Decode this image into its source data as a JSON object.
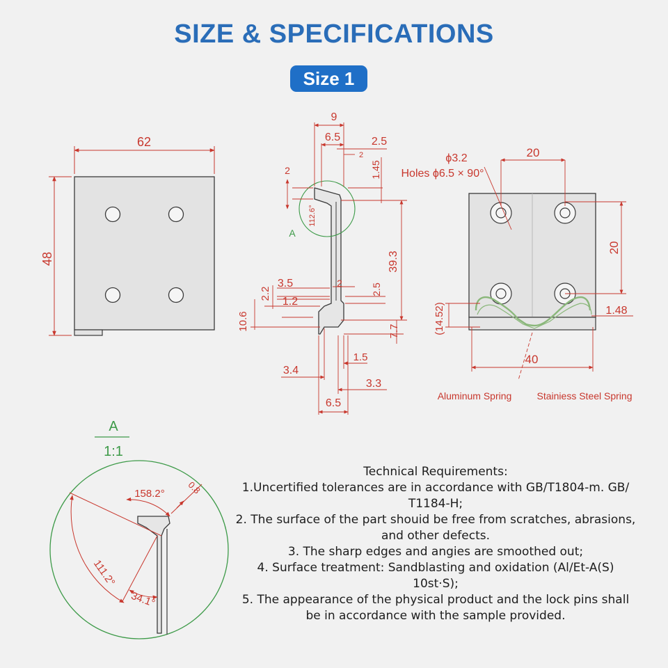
{
  "header": {
    "title": "SIZE & SPECIFICATIONS",
    "badge": "Size 1"
  },
  "front_view": {
    "width": "62",
    "height": "48"
  },
  "profile_view": {
    "dims": {
      "d9": "9",
      "d65_top": "6.5",
      "d25_top": "2.5",
      "d2_small": "2",
      "d2_left": "2",
      "d145": "1.45",
      "d1126": "112.6°",
      "detail_marker": "A",
      "d393": "39.3",
      "d35": "3.5",
      "d22": "2.2",
      "d12": "1.2",
      "d2_mid": "2",
      "d25_mid": "2.5",
      "d106": "10.6",
      "d77": "7.7",
      "d34": "3.4",
      "d15": "1.5",
      "d33": "3.3",
      "d65_bottom": "6.5"
    }
  },
  "plate_view": {
    "hole_dia": "ϕ3.2",
    "holes_label": "Holes ϕ6.5 × 90°",
    "d20_horizontal": "20",
    "d20_vertical": "20",
    "d1452": "(14.52)",
    "d148": "1.48",
    "d40": "40",
    "aluminum_label": "Aluminum Spring",
    "steel_label": "Stainiess Steel Spring"
  },
  "detail_view": {
    "label": "A",
    "scale": "1:1",
    "angle_1582": "158.2°",
    "d08": "0.8",
    "angle_1112": "111.2°",
    "angle_341": "34.1°"
  },
  "requirements": {
    "heading": "Technical Requirements:",
    "lines": [
      "1.Uncertified tolerances are in accordance with GB/T1804-m. GB/",
      "T1184-H;",
      "2. The surface of the part shouid be free from scratches, abrasions,",
      "and other defects.",
      "3. The sharp edges and angies are smoothed out;",
      "4. Surface treatment: Sandblasting and oxidation (Al/Et-A(S)",
      "10st·S);",
      "5. The appearance of the physical product and the lock pins shall",
      "be in accordance with the sample provided."
    ]
  },
  "colors": {
    "title": "#2a6db8",
    "badge": "#1f6fc7",
    "dimension": "#c8372d",
    "detail": "#3d9a48",
    "outline": "#3a3a3a"
  }
}
